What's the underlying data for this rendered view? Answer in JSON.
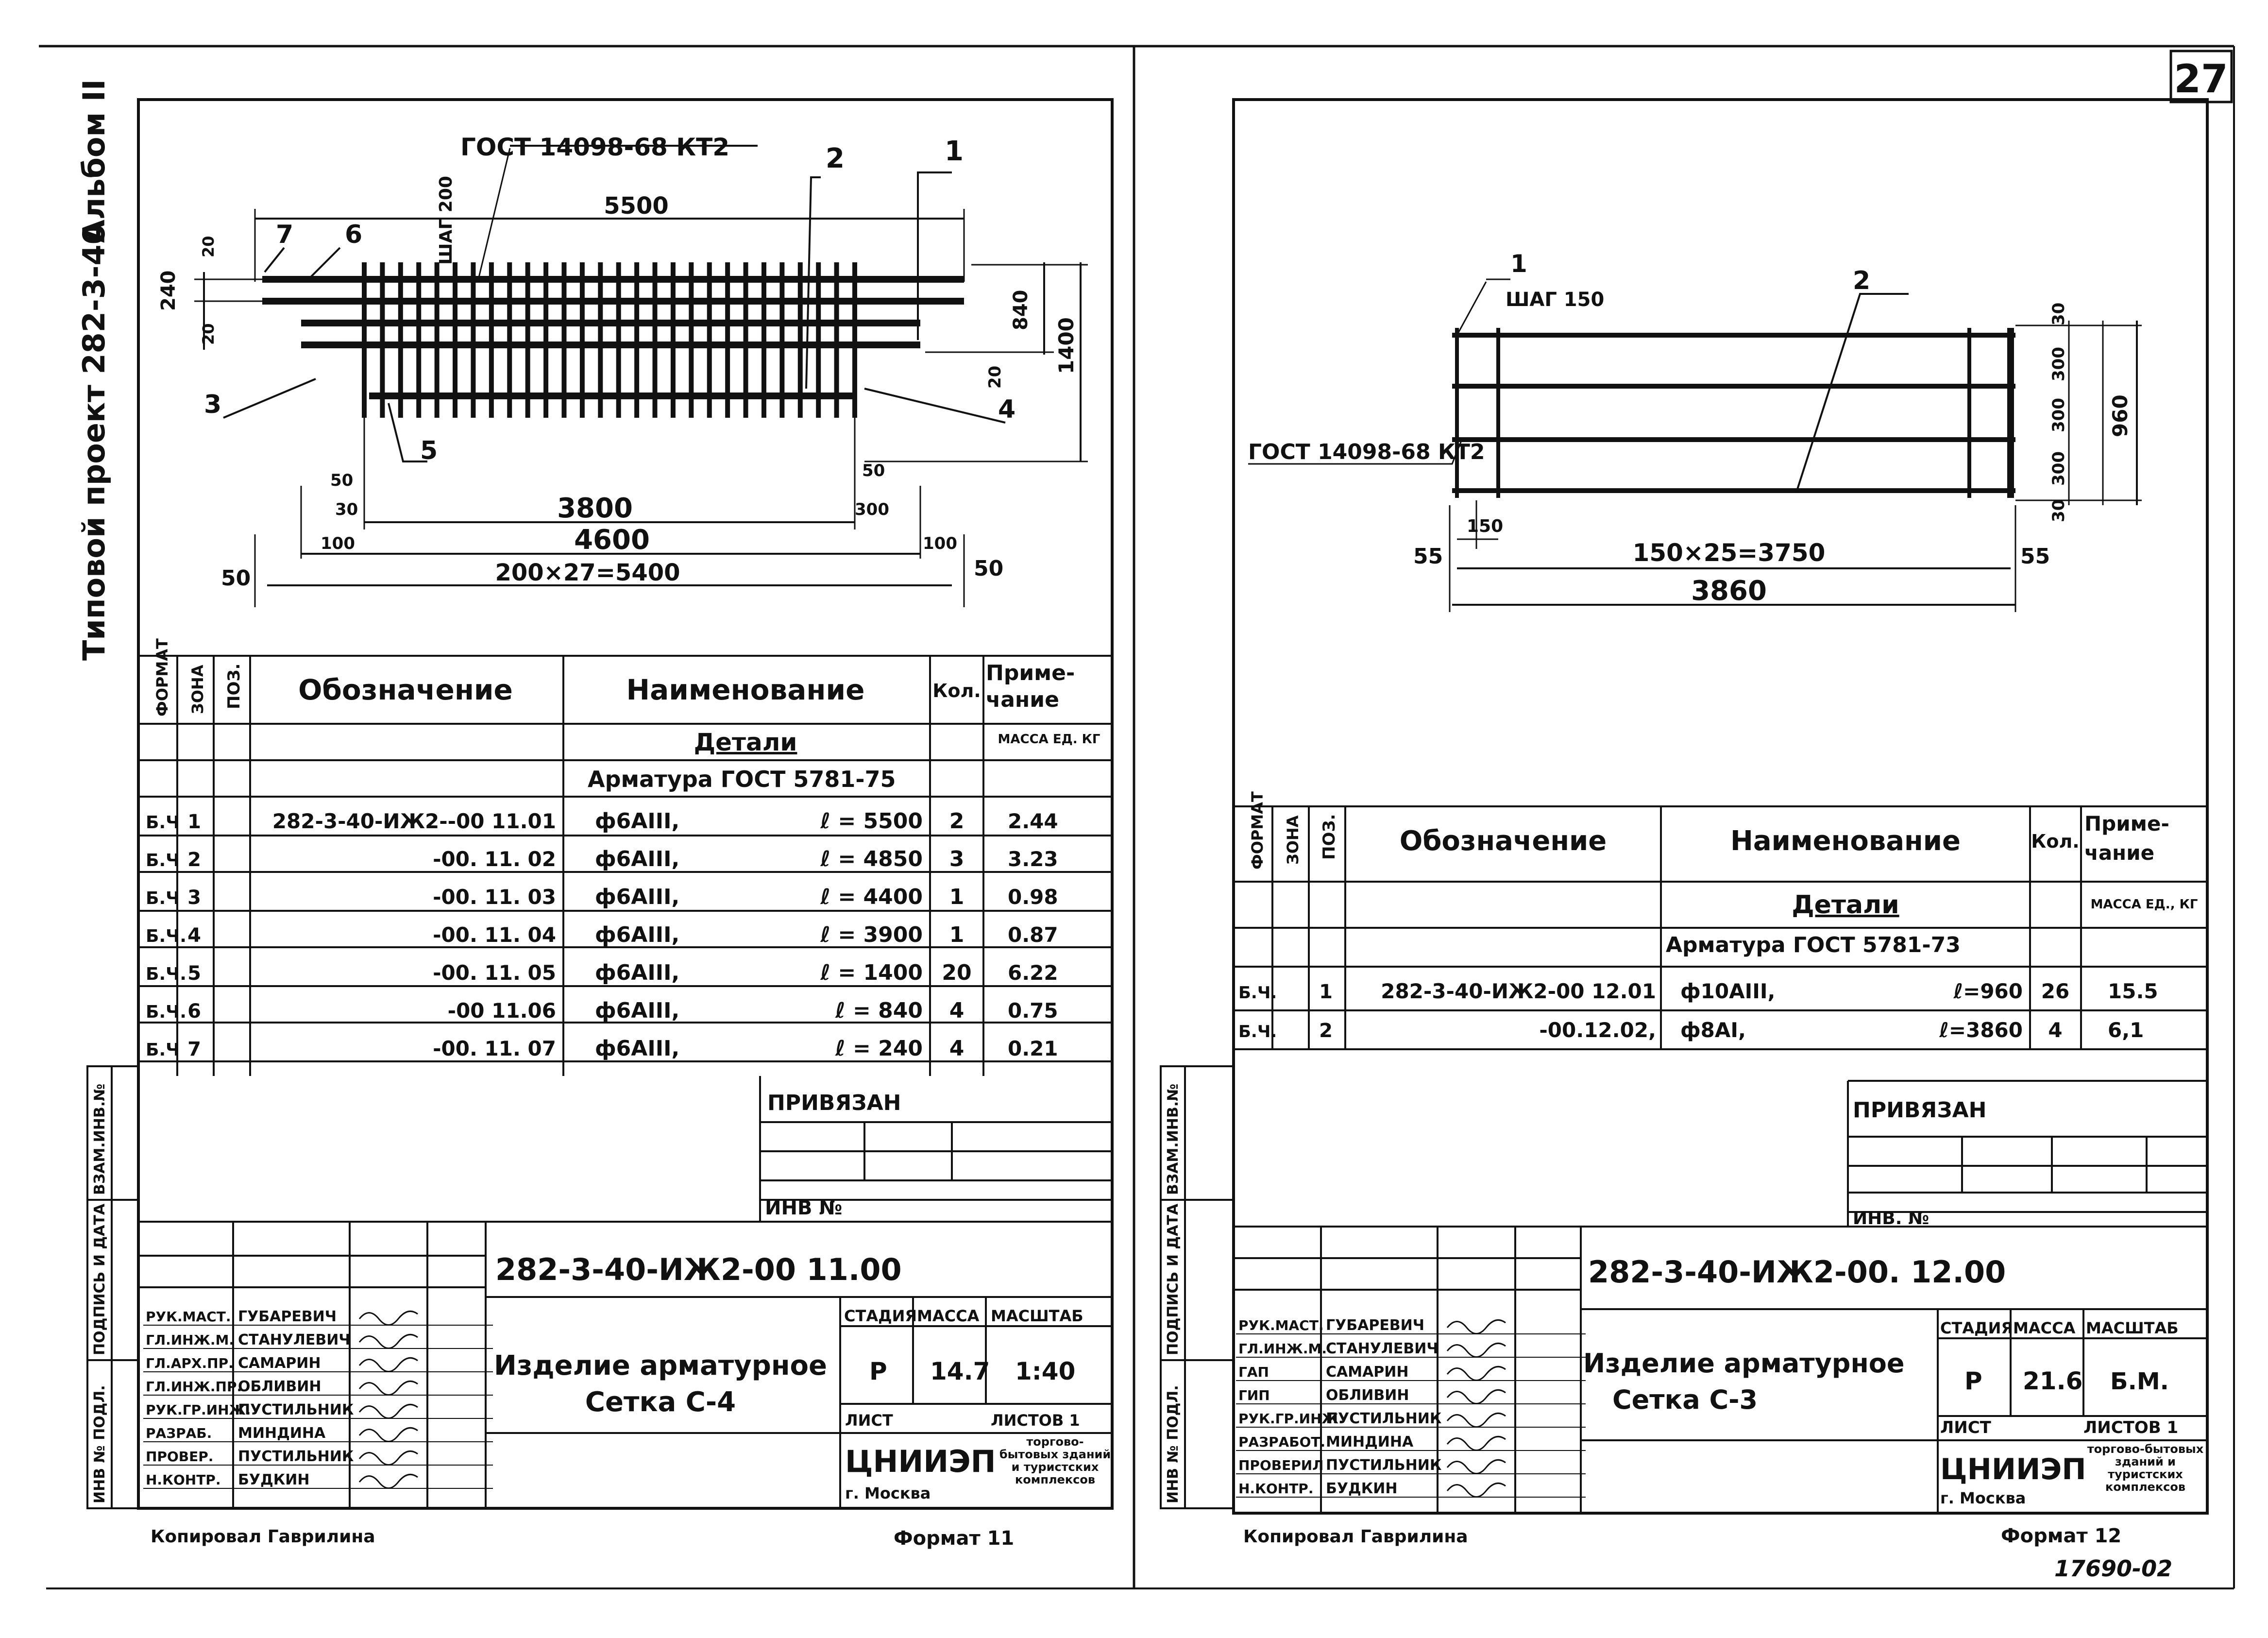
{
  "page_number": "27",
  "side_vertical": {
    "project": "Типовой проект 282-3-40",
    "album": "Альбом II"
  },
  "table_headers": {
    "format": "ФОРМАТ",
    "zone": "ЗОНА",
    "pos": "ПОЗ.",
    "designation": "Обозначение",
    "name": "Наименование",
    "qty": "Кол.",
    "note": "Приме-\nчание",
    "section": "Детали",
    "mass_unit_left": "МАССА ЕД. КГ",
    "mass_unit_right": "МАССА ЕД., КГ"
  },
  "side_stamp_labels": {
    "inv_orig": "ИНВ № ПОДЛ.",
    "sign_date": "ПОДПИСЬ И ДАТА",
    "vzam_inv": "ВЗАМ.ИНВ.№"
  },
  "sheets": [
    {
      "id": "left",
      "drawing": {
        "gost": "ГОСТ 14098-68 КТ2",
        "dim_top": "5500",
        "dim_3800": "3800",
        "dim_4600": "4600",
        "dim_total": "200×27=5400",
        "dim_840": "840",
        "dim_1400": "1400",
        "dim_240": "240",
        "dim_20a": "20",
        "dim_20b": "20",
        "dim_20c": "20",
        "dim_50a": "50",
        "dim_50b": "50",
        "dim_30": "30",
        "dim_300": "300",
        "dim_100a": "100",
        "dim_100b": "100",
        "dim_50c": "50",
        "dim_50d": "50",
        "step": "ШАГ 200",
        "callouts": [
          "1",
          "2",
          "3",
          "4",
          "5",
          "6",
          "7"
        ]
      },
      "spec_section": "Арматура ГОСТ 5781-75",
      "rows": [
        {
          "fmt": "Б.Ч",
          "pos": "1",
          "des": "282-3-40-ИЖ2--00 11.01",
          "name": "ф6АIII,",
          "len": "ℓ = 5500",
          "qty": "2",
          "mass": "2.44"
        },
        {
          "fmt": "Б.Ч",
          "pos": "2",
          "des": "-00. 11. 02",
          "name": "ф6АIII,",
          "len": "ℓ = 4850",
          "qty": "3",
          "mass": "3.23"
        },
        {
          "fmt": "Б.Ч",
          "pos": "3",
          "des": "-00. 11. 03",
          "name": "ф6АIII,",
          "len": "ℓ = 4400",
          "qty": "1",
          "mass": "0.98"
        },
        {
          "fmt": "Б.Ч.",
          "pos": "4",
          "des": "-00. 11. 04",
          "name": "ф6АIII,",
          "len": "ℓ = 3900",
          "qty": "1",
          "mass": "0.87"
        },
        {
          "fmt": "Б.Ч.",
          "pos": "5",
          "des": "-00. 11. 05",
          "name": "ф6АIII,",
          "len": "ℓ = 1400",
          "qty": "20",
          "mass": "6.22"
        },
        {
          "fmt": "Б.Ч.",
          "pos": "6",
          "des": "-00 11.06",
          "name": "ф6АIII,",
          "len": "ℓ = 840",
          "qty": "4",
          "mass": "0.75"
        },
        {
          "fmt": "Б.Ч",
          "pos": "7",
          "des": "-00. 11. 07",
          "name": "ф6АIII,",
          "len": "ℓ = 240",
          "qty": "4",
          "mass": "0.21"
        }
      ],
      "privyazan": "ПРИВЯЗАН",
      "inv_no": "ИНВ №",
      "doc_code": "282-3-40-ИЖ2-00 11.00",
      "roles": [
        "РУК.МАСТ.",
        "ГЛ.ИНЖ.М.",
        "ГЛ.АРХ.ПР.",
        "ГЛ.ИНЖ.ПР.",
        "РУК.ГР.ИНЖ.",
        "РАЗРАБ.",
        "ПРОВЕР.",
        "Н.КОНТР."
      ],
      "names": [
        "ГУБАРЕВИЧ",
        "СТАНУЛЕВИЧ",
        "САМАРИН",
        "ОБЛИВИН",
        "ПУСТИЛЬНИК",
        "МИНДИНА",
        "ПУСТИЛЬНИК",
        "БУДКИН"
      ],
      "title_line1": "Изделие арматурное",
      "title_line2": "Сетка С-4",
      "stage_label": "СТАДИЯ",
      "mass_label": "МАССА",
      "scale_label": "МАСШТАБ",
      "stage": "Р",
      "mass": "14.7",
      "scale": "1:40",
      "sheet_label": "ЛИСТ",
      "sheets_label": "ЛИСТОВ 1",
      "org": "ЦНИИЭП",
      "city": "г. Москва",
      "org_note": "торгово-бытовых зданий и туристских комплексов",
      "copied": "Копировал  Гаврилина",
      "format": "Формат 11"
    },
    {
      "id": "right",
      "drawing": {
        "gost": "ГОСТ 14098-68 КТ2",
        "step": "ШАГ 150",
        "dim_150": "150",
        "dim_3750": "150×25=3750",
        "dim_3860": "3860",
        "dim_55a": "55",
        "dim_55b": "55",
        "dim_30a": "30",
        "dim_300a": "300",
        "dim_300b": "300",
        "dim_300c": "300",
        "dim_30b": "30",
        "dim_960": "960",
        "callouts": [
          "1",
          "2"
        ]
      },
      "spec_section": "Арматура ГОСТ 5781-73",
      "rows": [
        {
          "fmt": "Б.Ч.",
          "pos": "1",
          "des": "282-3-40-ИЖ2-00 12.01",
          "name": "ф10АIII,",
          "len": "ℓ=960",
          "qty": "26",
          "mass": "15.5"
        },
        {
          "fmt": "Б.Ч.",
          "pos": "2",
          "des": "-00.12.02,",
          "name": "ф8АI,",
          "len": "ℓ=3860",
          "qty": "4",
          "mass": "6,1"
        }
      ],
      "privyazan": "ПРИВЯЗАН",
      "inv_no": "ИНВ. №",
      "doc_code": "282-3-40-ИЖ2-00. 12.00",
      "roles": [
        "РУК.МАСТ.",
        "ГЛ.ИНЖ.М.",
        "ГАП",
        "ГИП",
        "РУК.ГР.ИНЖ.",
        "РАЗРАБОТ.",
        "ПРОВЕРИЛ",
        "Н.КОНТР."
      ],
      "names": [
        "ГУБАРЕВИЧ",
        "СТАНУЛЕВИЧ",
        "САМАРИН",
        "ОБЛИВИН",
        "ПУСТИЛЬНИК",
        "МИНДИНА",
        "ПУСТИЛЬНИК",
        "БУДКИН"
      ],
      "title_line1": "Изделие арматурное",
      "title_line2": "Сетка С-3",
      "stage_label": "СТАДИЯ",
      "mass_label": "МАССА",
      "scale_label": "МАСШТАБ",
      "stage": "Р",
      "mass": "21.6",
      "scale": "Б.М.",
      "sheet_label": "ЛИСТ",
      "sheets_label": "ЛИСТОВ 1",
      "org": "ЦНИИЭП",
      "city": "г. Москва",
      "org_note": "торгово-бытовых зданий и туристских комплексов",
      "copied": "Копировал  Гаврилина",
      "format": "Формат 12"
    }
  ],
  "handwritten_code": "17690-02"
}
